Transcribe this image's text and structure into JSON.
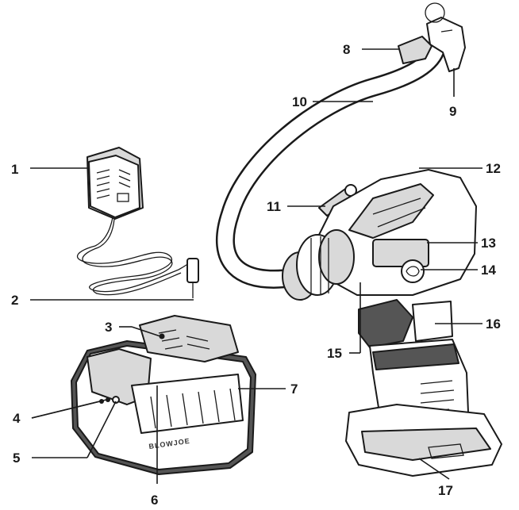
{
  "callouts": [
    {
      "id": "1",
      "label": "1"
    },
    {
      "id": "2",
      "label": "2"
    },
    {
      "id": "3",
      "label": "3"
    },
    {
      "id": "4",
      "label": "4"
    },
    {
      "id": "5",
      "label": "5"
    },
    {
      "id": "6",
      "label": "6"
    },
    {
      "id": "7",
      "label": "7"
    },
    {
      "id": "8",
      "label": "8"
    },
    {
      "id": "9",
      "label": "9"
    },
    {
      "id": "10",
      "label": "10"
    },
    {
      "id": "11",
      "label": "11"
    },
    {
      "id": "12",
      "label": "12"
    },
    {
      "id": "13",
      "label": "13"
    },
    {
      "id": "14",
      "label": "14"
    },
    {
      "id": "15",
      "label": "15"
    },
    {
      "id": "16",
      "label": "16"
    },
    {
      "id": "17",
      "label": "17"
    }
  ],
  "battery": {
    "brand_text": "BLOWJOE"
  },
  "icons": [
    "charger-icon",
    "battery-pack-icon",
    "air-compressor-icon"
  ]
}
